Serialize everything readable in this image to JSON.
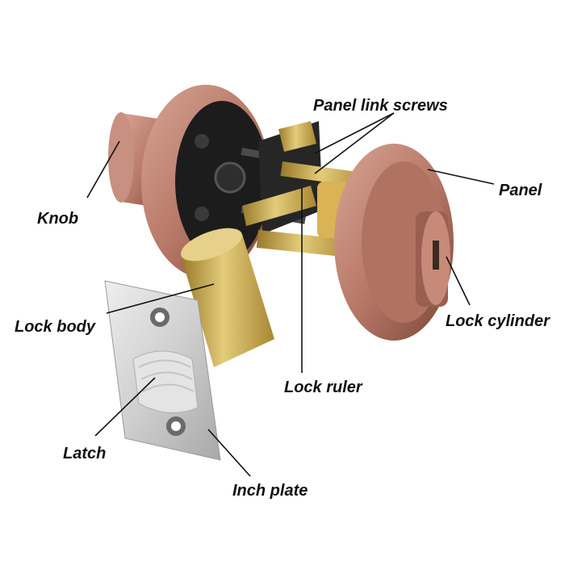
{
  "labels": {
    "panel_link_screws": "Panel link screws",
    "panel": "Panel",
    "knob": "Knob",
    "lock_body": "Lock body",
    "lock_cylinder": "Lock cylinder",
    "lock_ruler": "Lock ruler",
    "latch": "Latch",
    "inch_plate": "Inch plate"
  },
  "colors": {
    "background": "#ffffff",
    "copper": "#b87968",
    "copper_dark": "#8a5345",
    "brass": "#c9a84a",
    "steel": "#cfcfcf",
    "label_text": "#111111",
    "leader_line": "#111111"
  }
}
